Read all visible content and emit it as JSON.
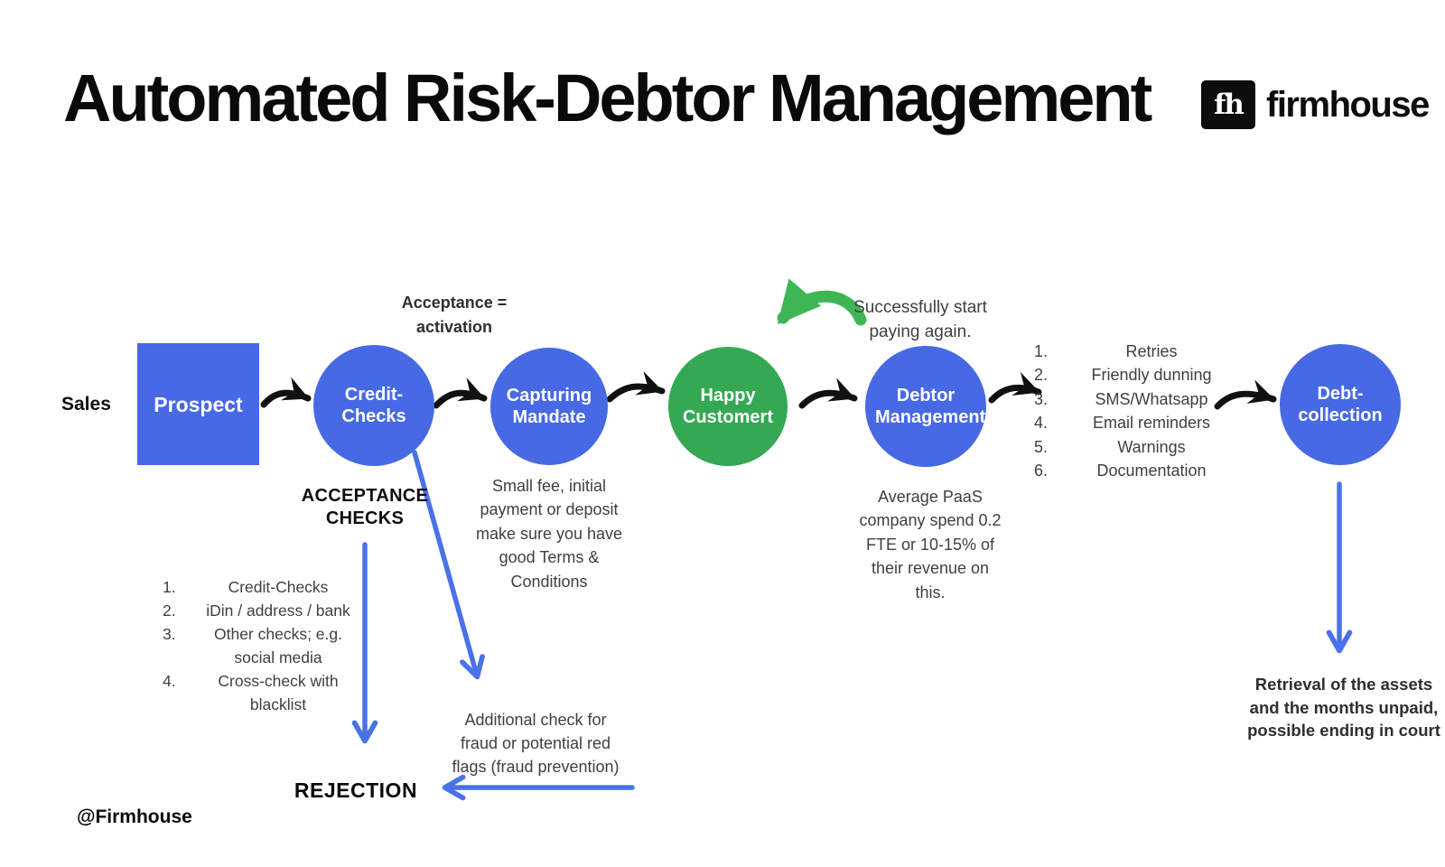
{
  "page": {
    "title": "Automated Risk-Debtor Management",
    "footer": "@Firmhouse",
    "background": "#ffffff"
  },
  "brand": {
    "logo_glyph": "fh",
    "logo_text": "firmhouse"
  },
  "colors": {
    "node_blue": "#4769E4",
    "node_green": "#34A853",
    "arrow_black": "#111111",
    "arrow_green": "#3EB656",
    "arrow_blue": "#4A72E8",
    "body_text": "#3F3F3F",
    "heading_text": "#0A0A0A"
  },
  "flow": {
    "lane_label": "Sales",
    "nodes": {
      "prospect": "Prospect",
      "credit_checks": "Credit-Checks",
      "capturing_mandate": "Capturing Mandate",
      "happy_customer": "Happy Customert",
      "debtor_management": "Debtor Management",
      "debt_collection": "Debt-collection"
    }
  },
  "annotations": {
    "acceptance_activation": "Acceptance =\nactivation",
    "successfully_paying": "Successfully start\npaying again.",
    "acceptance_checks_heading": "ACCEPTANCE\nCHECKS",
    "small_fee": "Small fee, initial\npayment or deposit\nmake sure you have\ngood Terms &\nConditions",
    "average_paas": "Average PaaS\ncompany spend 0.2\nFTE or 10-15% of\ntheir revenue on\nthis.",
    "additional_check": "Additional check for\nfraud or potential red\nflags (fraud prevention)",
    "rejection": "REJECTION",
    "retrieval": "Retrieval of the assets\nand the months unpaid,\npossible ending in court"
  },
  "acceptance_list": {
    "items": [
      {
        "num": "1.",
        "label": "Credit-Checks"
      },
      {
        "num": "2.",
        "label": "iDin / address / bank"
      },
      {
        "num": "3.",
        "label": "Other checks; e.g.\nsocial media"
      },
      {
        "num": "4.",
        "label": "Cross-check with\nblacklist"
      }
    ]
  },
  "dunning_list": {
    "items": [
      {
        "num": "1.",
        "label": "Retries"
      },
      {
        "num": "2.",
        "label": "Friendly dunning"
      },
      {
        "num": "3.",
        "label": "SMS/Whatsapp"
      },
      {
        "num": "4.",
        "label": "Email reminders"
      },
      {
        "num": "5.",
        "label": "Warnings"
      },
      {
        "num": "6.",
        "label": "Documentation"
      }
    ]
  }
}
